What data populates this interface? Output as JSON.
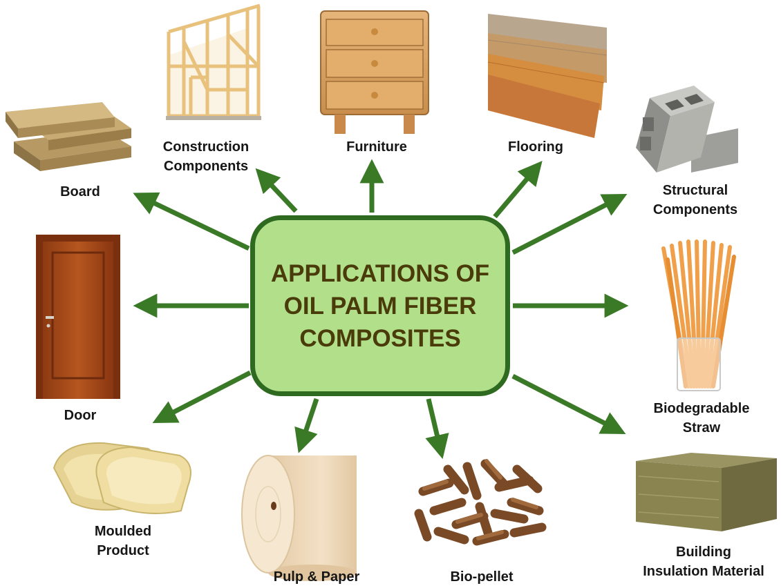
{
  "hub": {
    "title": "APPLICATIONS OF\nOIL PALM FIBER\nCOMPOSITES"
  },
  "applications": [
    {
      "label": "Board",
      "icon": "board-icon"
    },
    {
      "label": "Construction\nComponents",
      "icon": "timber-frame-icon"
    },
    {
      "label": "Furniture",
      "icon": "dresser-icon"
    },
    {
      "label": "Flooring",
      "icon": "floor-planks-icon"
    },
    {
      "label": "Structural\nComponents",
      "icon": "concrete-block-icon"
    },
    {
      "label": "Door",
      "icon": "door-icon"
    },
    {
      "label": "Biodegradable\nStraw",
      "icon": "straws-icon"
    },
    {
      "label": "Moulded\nProduct",
      "icon": "moulded-tray-icon"
    },
    {
      "label": "Pulp & Paper",
      "icon": "paper-roll-icon"
    },
    {
      "label": "Bio-pellet",
      "icon": "pellets-icon"
    },
    {
      "label": "Building\nInsulation Material",
      "icon": "insulation-block-icon"
    }
  ],
  "colors": {
    "arrow": "#3a7a27",
    "hub_fill": "#b2df8a",
    "hub_border": "#2e6a1f",
    "hub_text": "#4a3b0a"
  }
}
